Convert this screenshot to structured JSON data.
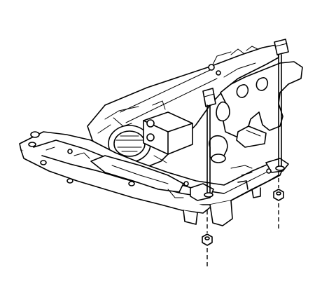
{
  "figure": {
    "kind": "exploded-view line drawing",
    "colors": {
      "line": "#000000",
      "background": "#ffffff"
    }
  },
  "parts": [
    {
      "id": "engine-block",
      "icon": "engine-block-outline"
    },
    {
      "id": "exhaust-manifold",
      "icon": "exhaust-manifold-outline"
    },
    {
      "id": "crossmember-frame",
      "icon": "crossmember-outline"
    },
    {
      "id": "left-mount-bolt",
      "icon": "bolt-with-tab"
    },
    {
      "id": "right-mount-bolt",
      "icon": "bolt-with-tab"
    },
    {
      "id": "left-nut",
      "icon": "hex-nut"
    },
    {
      "id": "right-nut",
      "icon": "hex-nut"
    }
  ]
}
